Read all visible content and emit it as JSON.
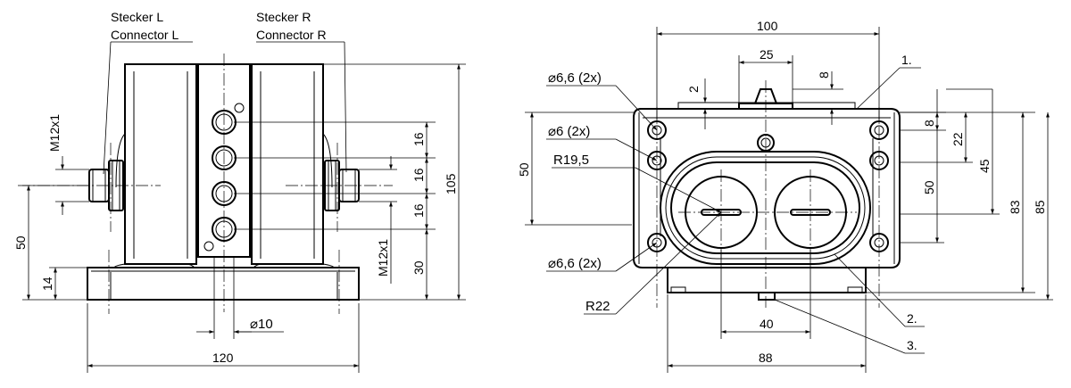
{
  "left_view": {
    "connector_l_de": "Stecker L",
    "connector_l_en": "Connector L",
    "connector_r_de": "Stecker R",
    "connector_r_en": "Connector R",
    "thread_left": "M12x1",
    "thread_right": "M12x1",
    "dim_pitch_1": "16",
    "dim_pitch_2": "16",
    "dim_pitch_3": "16",
    "dim_bottom_hole": "30",
    "dim_total_height": "105",
    "dim_connector_height": "50",
    "dim_base_height": "14",
    "dim_shaft_dia": "⌀10",
    "dim_width": "120"
  },
  "right_view": {
    "dim_width_top": "100",
    "dim_roller_width": "25",
    "dim_2": "2",
    "dim_8_top": "8",
    "note_1": "1.",
    "hole_dia_top": "⌀6,6 (2x)",
    "hole_dia_mid": "⌀6 (2x)",
    "radius_inner": "R19,5",
    "hole_dia_bottom": "⌀6,6 (2x)",
    "radius_outer": "R22",
    "dim_50_left": "50",
    "dim_8_right": "8",
    "dim_22": "22",
    "dim_50_right": "50",
    "dim_45": "45",
    "dim_83": "83",
    "dim_85": "85",
    "dim_40": "40",
    "dim_88": "88",
    "note_2": "2.",
    "note_3": "3."
  }
}
